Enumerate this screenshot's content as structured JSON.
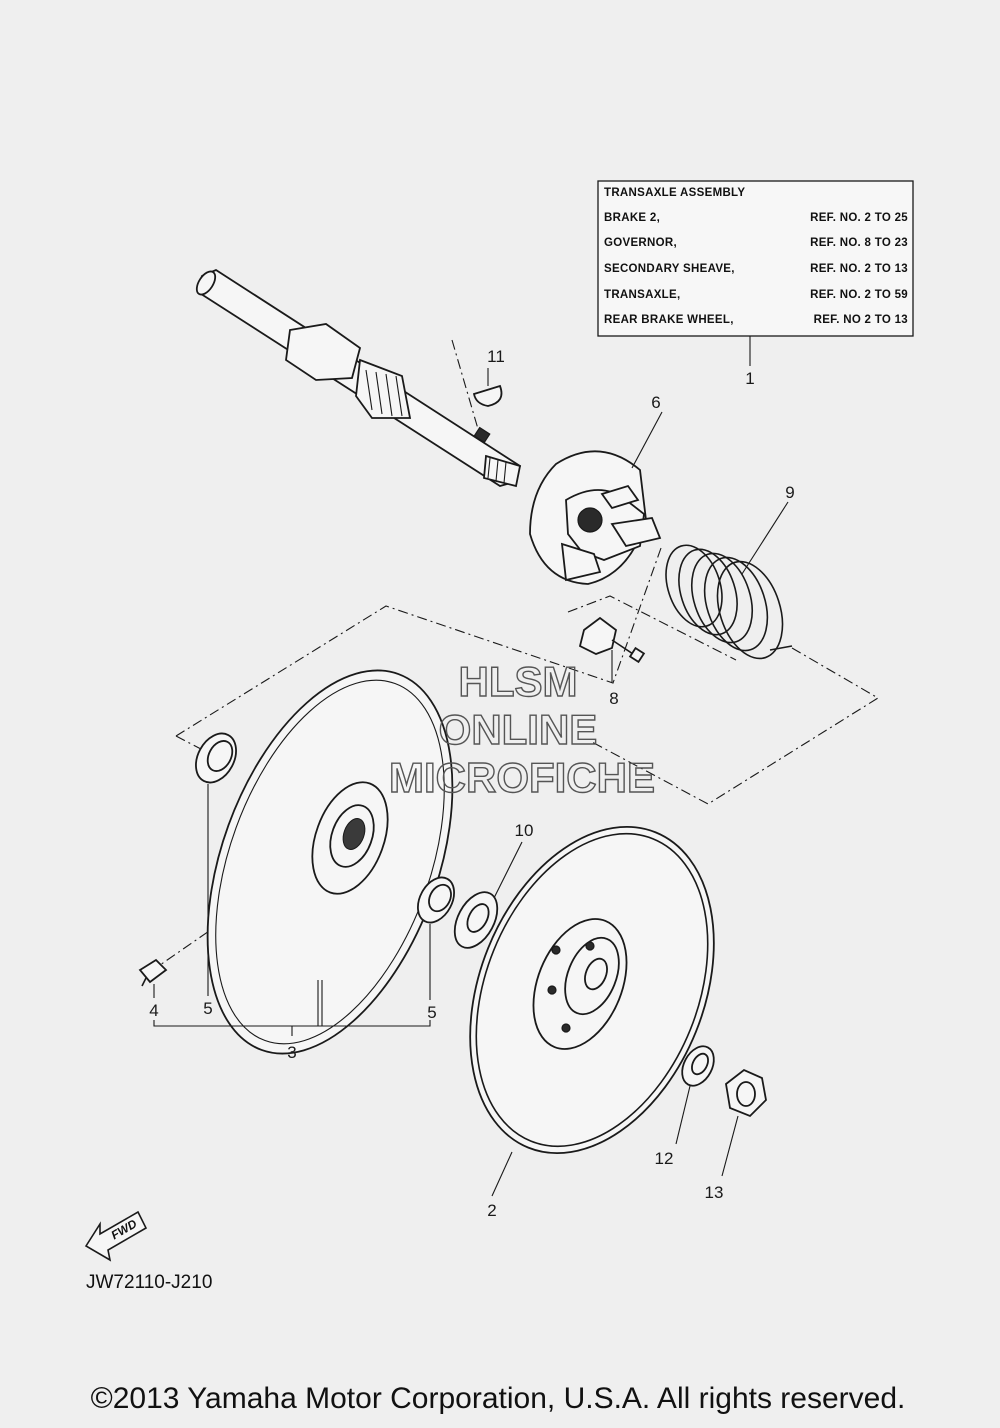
{
  "assembly_table": {
    "title": "TRANSAXLE ASSEMBLY",
    "rows": [
      {
        "name": "BRAKE 2,",
        "ref": "REF. NO. 2 TO 25"
      },
      {
        "name": "GOVERNOR,",
        "ref": "REF. NO. 8 TO 23"
      },
      {
        "name": "SECONDARY SHEAVE,",
        "ref": "REF. NO. 2 TO 13"
      },
      {
        "name": "TRANSAXLE,",
        "ref": "REF. NO. 2 TO 59"
      },
      {
        "name": "REAR BRAKE WHEEL,",
        "ref": "REF. NO 2 TO 13"
      }
    ]
  },
  "callouts": {
    "c1": "1",
    "c2": "2",
    "c3": "3",
    "c4": "4",
    "c5a": "5",
    "c5b": "5",
    "c6": "6",
    "c8": "8",
    "c9": "9",
    "c10": "10",
    "c11": "11",
    "c12": "12",
    "c13": "13"
  },
  "watermark": {
    "line1": "HLSM",
    "line2": "ONLINE",
    "line3": "MICROFICHE"
  },
  "fwd_label": "FWD",
  "diagram_code": "JW72110-J210",
  "copyright": "©2013 Yamaha Motor Corporation, U.S.A. All rights reserved."
}
